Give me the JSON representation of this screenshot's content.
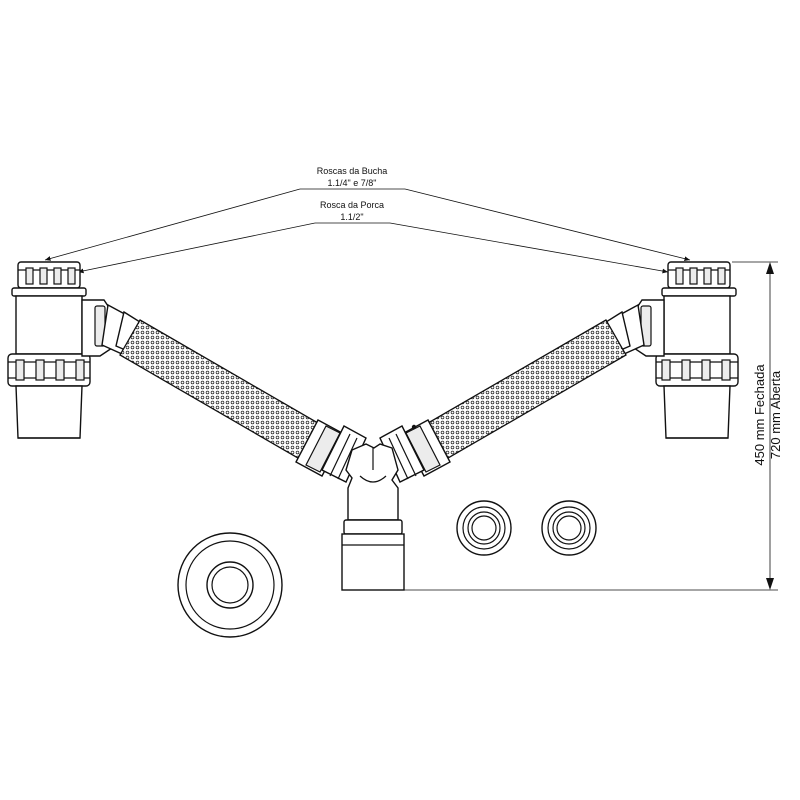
{
  "labels": {
    "bushing_thread_title": "Roscas da Bucha",
    "bushing_thread_value": "1.1/4\" e 7/8\"",
    "nut_thread_title": "Rosca da Porca",
    "nut_thread_value": "1.1/2\""
  },
  "dimensions": {
    "closed": "450 mm Fechada",
    "open": "720 mm Aberta"
  }
}
